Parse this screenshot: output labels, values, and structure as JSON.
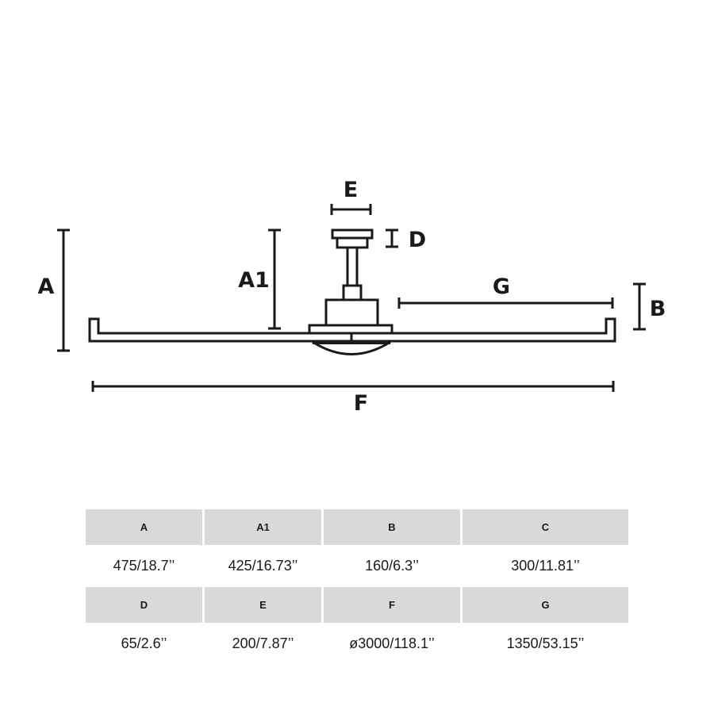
{
  "drawing": {
    "labels": {
      "A": "A",
      "A1": "A1",
      "B": "B",
      "D": "D",
      "E": "E",
      "F": "F",
      "G": "G"
    },
    "line_color": "#1a1a1a"
  },
  "table": {
    "header_color": "#d9d9d9",
    "rows": [
      {
        "headers": [
          "A",
          "A1",
          "B",
          "C"
        ],
        "values": [
          "475/18.7’’",
          "425/16.73’’",
          "160/6.3’’",
          "300/11.81’’"
        ]
      },
      {
        "headers": [
          "D",
          "E",
          "F",
          "G"
        ],
        "values": [
          "65/2.6’’",
          "200/7.87’’",
          "ø3000/118.1’’",
          "1350/53.15’’"
        ]
      }
    ]
  }
}
